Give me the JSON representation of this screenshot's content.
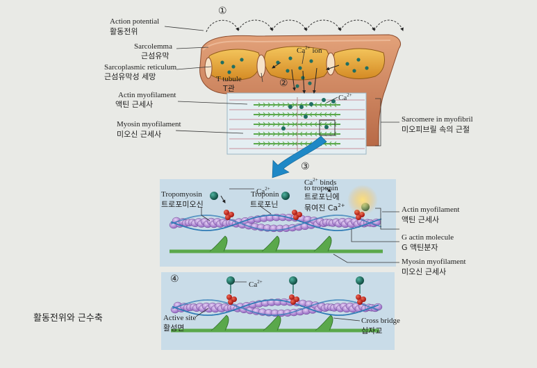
{
  "steps": [
    "①",
    "②",
    "③",
    "④"
  ],
  "caption": "활동전위와 근수축",
  "top_panel": {
    "action_potential": {
      "en": "Action potential",
      "ko": "활동전위"
    },
    "sarcolemma": {
      "en": "Sarcolemma",
      "ko": "근섬유막"
    },
    "sarcoplasmic_reticulum": {
      "en": "Sarcoplasmic reticulum",
      "ko": "근섬유막성 세망"
    },
    "t_tubule": {
      "en": "T tubule",
      "ko": "T관"
    },
    "ca_ion": {
      "en": "Ca",
      "sup": "2+",
      "suffix": " ion"
    },
    "ca_label": {
      "en": "Ca",
      "sup": "2+"
    },
    "actin_myofilament": {
      "en": "Actin myofilament",
      "ko": "액틴 근세사"
    },
    "myosin_myofilament": {
      "en": "Myosin myofilament",
      "ko": "미오신 근세사"
    },
    "sarcomere": {
      "en": "Sarcomere in myofibril",
      "ko": "미오피브릴 속의 근절"
    }
  },
  "middle_panel": {
    "tropomyosin": {
      "en": "Tropomyosin",
      "ko": "트로포미오신"
    },
    "troponin": {
      "en": "Troponin",
      "ko": "트로포닌"
    },
    "ca": {
      "en": "Ca",
      "sup": "2+"
    },
    "ca_binds": {
      "en1": "Ca",
      "sup": "2+",
      "en1b": " binds",
      "en2": "to troponin",
      "ko1": "트로포닌에",
      "ko2": "묶여진 Ca",
      "ko2_sup": "2+"
    },
    "actin_myofilament": {
      "en": "Actin myofilament",
      "ko": "액틴 근세사"
    },
    "g_actin": {
      "en": "G actin molecule",
      "ko": "G 액틴분자"
    },
    "myosin_myofilament": {
      "en": "Myosin myofilament",
      "ko": "미오신 근세사"
    }
  },
  "bottom_panel": {
    "ca": {
      "en": "Ca",
      "sup": "2+"
    },
    "active_site": {
      "en": "Active site",
      "ko": "활성면"
    },
    "cross_bridge": {
      "en": "Cross bridge",
      "ko": "십자교"
    }
  },
  "colors": {
    "background": "#e9eae6",
    "panel_blue": "#c9dce8",
    "muscle_brown": "#c97c55",
    "reticulum_yellow": "#e6a73c",
    "actin_purple": "#b58fd6",
    "tropomyosin_blue": "#2f7bb5",
    "troponin_red": "#c9241e",
    "calcium_teal": "#1f6e62",
    "myosin_green": "#5aa84b",
    "arrow_blue": "#1f88c6"
  }
}
